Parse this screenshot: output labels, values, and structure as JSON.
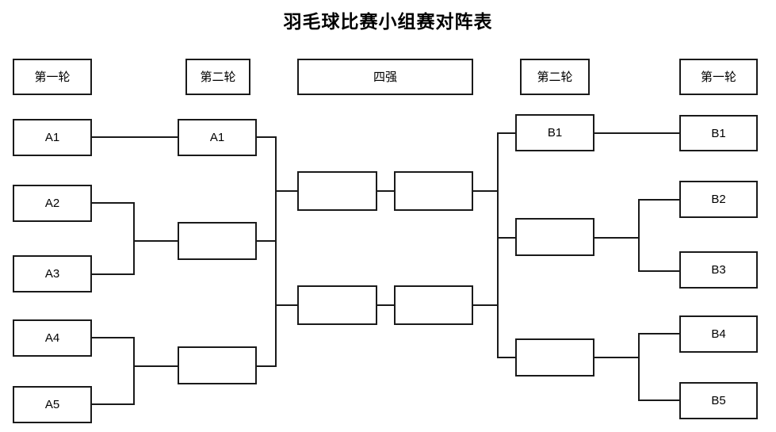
{
  "page": {
    "title": "羽毛球比赛小组赛对阵表",
    "background_color": "#ffffff",
    "line_color": "#1a1a1a",
    "text_color": "#000000"
  },
  "headers": [
    {
      "label": "第一轮",
      "side": "left",
      "round": 1
    },
    {
      "label": "第二轮",
      "side": "left",
      "round": 2
    },
    {
      "label": "四强",
      "side": "center",
      "round": 3
    },
    {
      "label": "第二轮",
      "side": "right",
      "round": 2
    },
    {
      "label": "第一轮",
      "side": "right",
      "round": 1
    }
  ],
  "left": {
    "round1": [
      {
        "label": "A1"
      },
      {
        "label": "A2"
      },
      {
        "label": "A3"
      },
      {
        "label": "A4"
      },
      {
        "label": "A5"
      }
    ],
    "round2": [
      {
        "label": "A1"
      },
      {
        "label": ""
      },
      {
        "label": ""
      }
    ]
  },
  "center": {
    "semifinal_left": [
      {
        "label": ""
      },
      {
        "label": ""
      }
    ],
    "semifinal_right": [
      {
        "label": ""
      },
      {
        "label": ""
      }
    ]
  },
  "right": {
    "round2": [
      {
        "label": "B1"
      },
      {
        "label": ""
      },
      {
        "label": ""
      }
    ],
    "round1": [
      {
        "label": "B1"
      },
      {
        "label": "B2"
      },
      {
        "label": "B3"
      },
      {
        "label": "B4"
      },
      {
        "label": "B5"
      }
    ]
  }
}
